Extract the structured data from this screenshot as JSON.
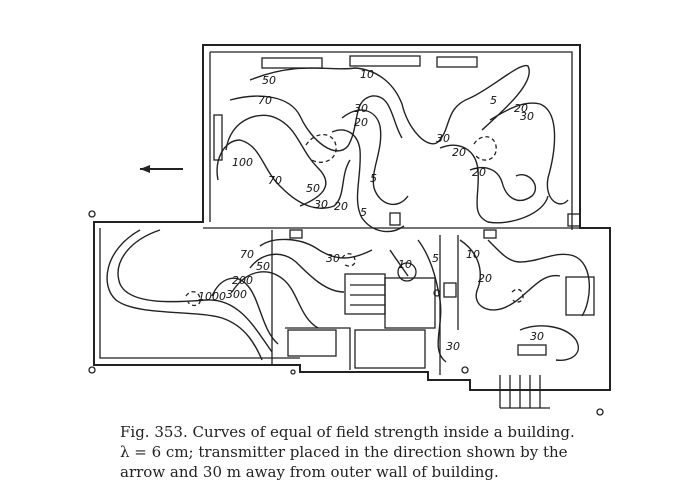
{
  "figure": {
    "contour_labels": [
      "10",
      "50",
      "70",
      "100",
      "30",
      "20",
      "5",
      "30",
      "20",
      "5",
      "20",
      "20",
      "30",
      "70",
      "50",
      "30",
      "20",
      "5",
      "70",
      "50",
      "200",
      "300",
      "1000",
      "30",
      "10",
      "5",
      "10",
      "20",
      "30",
      "30"
    ],
    "caption_lines": [
      "Fig. 353.  Curves of equal of field strength inside a building.",
      "λ = 6 cm; transmitter placed in the direction shown by the",
      "arrow and 30 m away from outer wall of building."
    ]
  },
  "colors": {
    "ink": "#222222",
    "paper": "#ffffff"
  }
}
